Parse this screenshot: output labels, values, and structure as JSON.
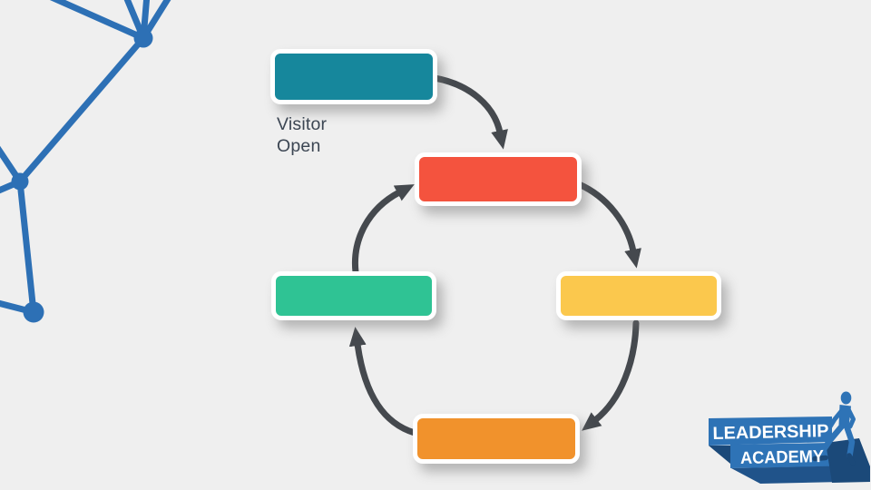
{
  "colors": {
    "background": "#EFEFEF",
    "arrow": "#45494E",
    "network": "#2D70B5",
    "label_text": "#3C4653"
  },
  "diagram": {
    "type": "cycle-flow",
    "start_step": {
      "label": "Visitor Open",
      "label_lines": [
        "Visitor",
        "Open"
      ],
      "color": "#16879C"
    },
    "cycle_steps": [
      {
        "position": "top",
        "color": "#F4533E",
        "label": ""
      },
      {
        "position": "right",
        "color": "#FBC84D",
        "label": ""
      },
      {
        "position": "bottom",
        "color": "#F1922C",
        "label": ""
      },
      {
        "position": "left",
        "color": "#2FC394",
        "label": ""
      }
    ],
    "flow_order": [
      "start→top",
      "top→right",
      "right→bottom",
      "bottom→left",
      "left→top"
    ]
  },
  "logo": {
    "line1": "LEADERSHIP",
    "line2": "ACADEMY",
    "banner_color": "#2E73B6",
    "banner_dark_color": "#1B4979",
    "banner_shadow_color": "#20538A",
    "text_color": "#FFFFFF"
  }
}
